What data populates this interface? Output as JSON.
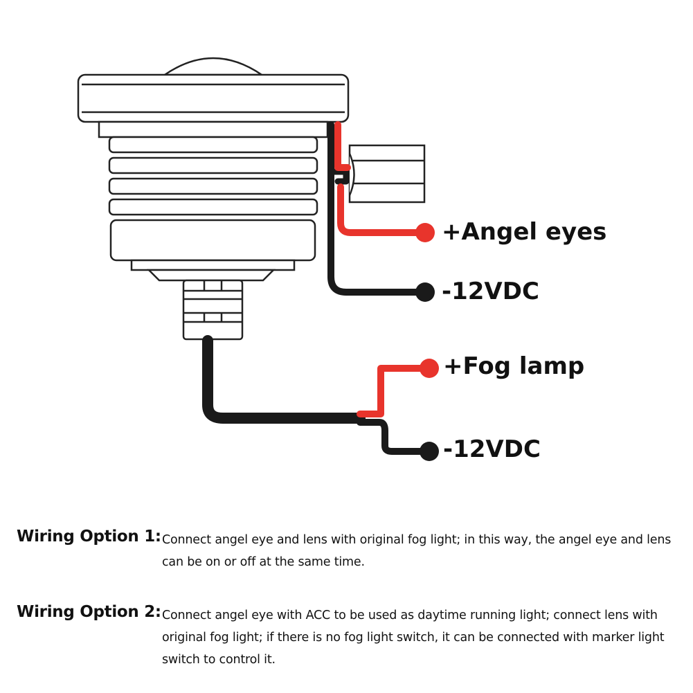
{
  "terminals": {
    "angel_eyes_pos": "+Angel eyes",
    "angel_eyes_neg": "-12VDC",
    "fog_lamp_pos": "+Fog lamp",
    "fog_lamp_neg": "-12VDC"
  },
  "colors": {
    "positive_wire": "#e8342c",
    "negative_wire": "#1a1a1a",
    "outline": "#222222"
  },
  "options": [
    {
      "title": "Wiring Option 1:",
      "text": "Connect angel eye and lens with original fog light; in this way, the angel eye and lens can be on or off at the same time."
    },
    {
      "title": "Wiring Option 2:",
      "text": "Connect angel eye with ACC to be used as daytime running light; connect lens with original fog light; if there is no fog light switch, it can be connected with marker light switch to control it."
    }
  ]
}
